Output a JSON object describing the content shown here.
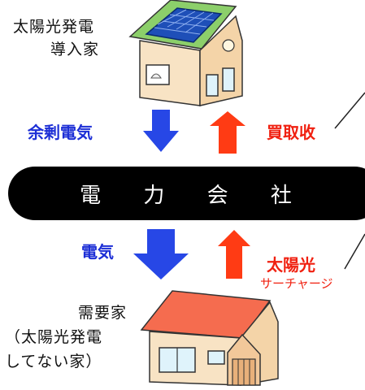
{
  "top_house": {
    "line1": "太陽光発電",
    "line2": "導入家"
  },
  "bottom_house": {
    "line1": "需要家",
    "line2": "（太陽光発電",
    "line3": "してない家）"
  },
  "company": {
    "label": "電 力 会 社"
  },
  "flows": {
    "surplus": "余剰電気",
    "purchase": "買取收",
    "electricity": "電気",
    "solar": "太陽光",
    "surcharge": "サーチャージ"
  },
  "colors": {
    "blue_arrow": "#2747e6",
    "red_arrow": "#ff3b14",
    "blue_text": "#1d2fd6",
    "red_text": "#f02010"
  }
}
